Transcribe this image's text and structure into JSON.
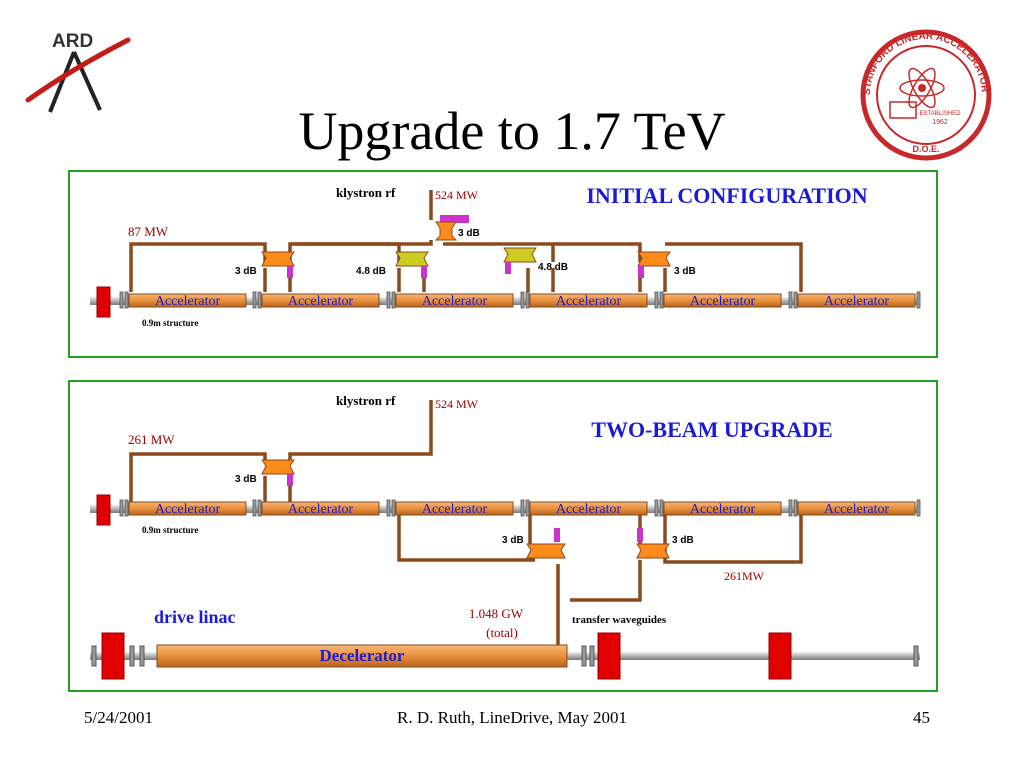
{
  "slide": {
    "title": "Upgrade to 1.7 TeV",
    "footer_date": "5/24/2001",
    "footer_center": "R. D. Ruth, LineDrive, May 2001",
    "page_number": "45"
  },
  "logos": {
    "ard": {
      "text": "ARD",
      "icon": "ard-logo-icon"
    },
    "slac": {
      "ring_text": "STANFORD LINEAR ACCELERATOR CENTER",
      "established": "ESTABLISHED",
      "year": "1962",
      "doe": "D.O.E.",
      "icon": "slac-seal-icon"
    }
  },
  "colors": {
    "waveguide": "#8b4a1c",
    "accelerator": "#e8903c",
    "hybrid_orange": "#ff8c1a",
    "hybrid_yellow": "#cccc22",
    "load": "#cc33cc",
    "beam_end": "#e00000",
    "accel_text": "#1a1ad8",
    "heading_text": "#1a1ad8",
    "power_text": "#a00000",
    "panel_border": "#22a022"
  },
  "initial": {
    "heading": "INITIAL CONFIGURATION",
    "klystron": "klystron rf",
    "source_power": "524 MW",
    "structure_power": "87 MW",
    "hybrid_top": "3 dB",
    "hybrid_left": "3 dB",
    "hybrid_midleft": "4.8 dB",
    "hybrid_midright": "4.8 dB",
    "hybrid_right": "3 dB",
    "structure_note": "0.9m structure",
    "accelerators": [
      "Accelerator",
      "Accelerator",
      "Accelerator",
      "Accelerator",
      "Accelerator",
      "Accelerator"
    ]
  },
  "upgrade": {
    "heading": "TWO-BEAM UPGRADE",
    "klystron": "klystron rf",
    "source_power": "524 MW",
    "structure_power": "261 MW",
    "hybrid_top": "3 dB",
    "hybrid_bottom_left": "3 dB",
    "hybrid_bottom_right": "3 dB",
    "bottom_power": "261MW",
    "structure_note": "0.9m structure",
    "accelerators": [
      "Accelerator",
      "Accelerator",
      "Accelerator",
      "Accelerator",
      "Accelerator",
      "Accelerator"
    ],
    "drive_linac": "drive linac",
    "decelerator": "Decelerator",
    "total_power": "1.048 GW",
    "total_note": "(total)",
    "transfer": "transfer waveguides"
  }
}
